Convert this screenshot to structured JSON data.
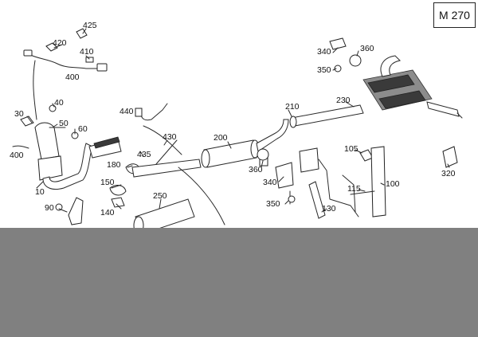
{
  "model_code": "M 270",
  "callouts": {
    "c425": "425",
    "c420": "420",
    "c410": "410",
    "c400a": "400",
    "c30": "30",
    "c40": "40",
    "c50": "50",
    "c60": "60",
    "c400b": "400",
    "c10": "10",
    "c440": "440",
    "c430": "430",
    "c435": "435",
    "c180": "180",
    "c150": "150",
    "c140": "140",
    "c90": "90",
    "c250": "250",
    "c200": "200",
    "c360a": "360",
    "c340a": "340",
    "c350a": "350",
    "c340b": "340",
    "c350b": "350",
    "c360b": "360",
    "c210": "210",
    "c230": "230",
    "c130": "130",
    "c105": "105",
    "c115": "115",
    "c100": "100",
    "c320": "320"
  },
  "colors": {
    "line": "#2a2a2a",
    "occlusion": "#808080",
    "background": "#ffffff"
  }
}
